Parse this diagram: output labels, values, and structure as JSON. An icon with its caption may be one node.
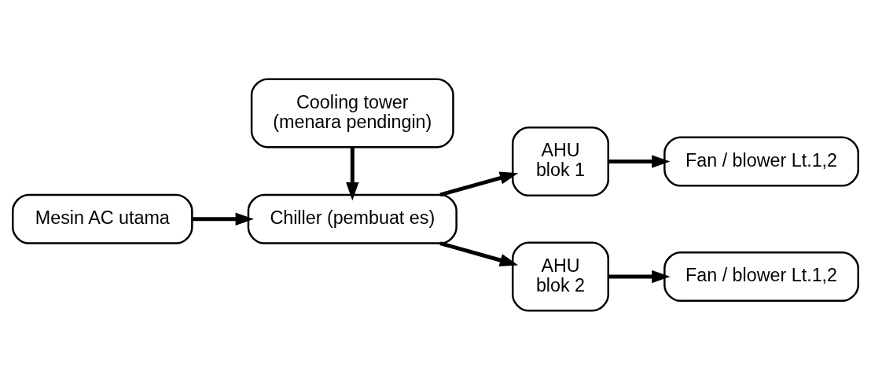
{
  "diagram": {
    "nodes": [
      {
        "text": [
          "Cooling tower",
          "(menara pendingin)"
        ]
      },
      {
        "text": [
          "Mesin AC utama"
        ]
      },
      {
        "text": [
          "Chiller (pembuat es)"
        ]
      },
      {
        "text": [
          "AHU",
          "blok 1"
        ]
      },
      {
        "text": [
          "Fan / blower Lt.1,2"
        ]
      },
      {
        "text": [
          "AHU",
          "blok 2"
        ]
      },
      {
        "text": [
          "Fan / blower Lt.1,2"
        ]
      }
    ],
    "edges": [
      {
        "from": 0,
        "to": 2,
        "arrow": "to"
      },
      {
        "from": 1,
        "to": 2,
        "arrow": "to"
      },
      {
        "from": 2,
        "to": 3,
        "arrow": "to"
      },
      {
        "from": 2,
        "to": 5,
        "arrow": "to"
      },
      {
        "from": 3,
        "to": 4,
        "arrow": "to"
      },
      {
        "from": 5,
        "to": 6,
        "arrow": "to"
      }
    ]
  }
}
